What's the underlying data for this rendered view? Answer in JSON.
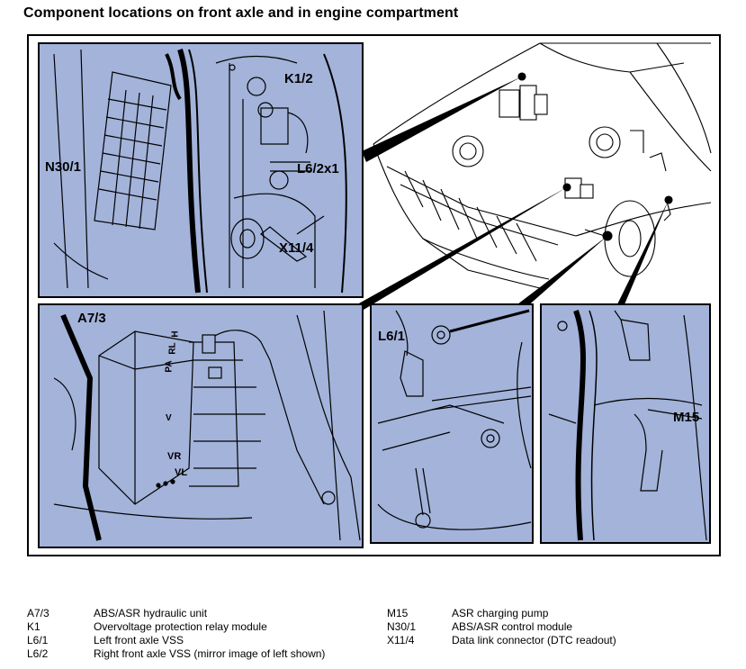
{
  "title": "Component locations on front axle and in engine compartment",
  "callouts": {
    "k1_2": "K1/2",
    "n30_1": "N30/1",
    "l6_2x1": "L6/2x1",
    "x11_4": "X11/4",
    "a7_3": "A7/3",
    "l6_1": "L6/1",
    "m15": "M15"
  },
  "stamped_text": {
    "pa": "PA",
    "rl": "RL",
    "h": "H",
    "v": "V",
    "vr": "VR",
    "vl": "VL"
  },
  "legend": {
    "left": [
      {
        "code": "A7/3",
        "desc": "ABS/ASR hydraulic unit"
      },
      {
        "code": "K1",
        "desc": "Overvoltage protection relay module"
      },
      {
        "code": "L6/1",
        "desc": "Left front axle VSS"
      },
      {
        "code": "L6/2",
        "desc": "Right front axle VSS (mirror image of left shown)"
      }
    ],
    "right": [
      {
        "code": "M15",
        "desc": "ASR charging pump"
      },
      {
        "code": "N30/1",
        "desc": "ABS/ASR control module"
      },
      {
        "code": "X11/4",
        "desc": "Data link connector (DTC readout)"
      }
    ]
  },
  "colors": {
    "panel_fill": "#a3b3da",
    "ink": "#000000",
    "background": "#ffffff"
  }
}
